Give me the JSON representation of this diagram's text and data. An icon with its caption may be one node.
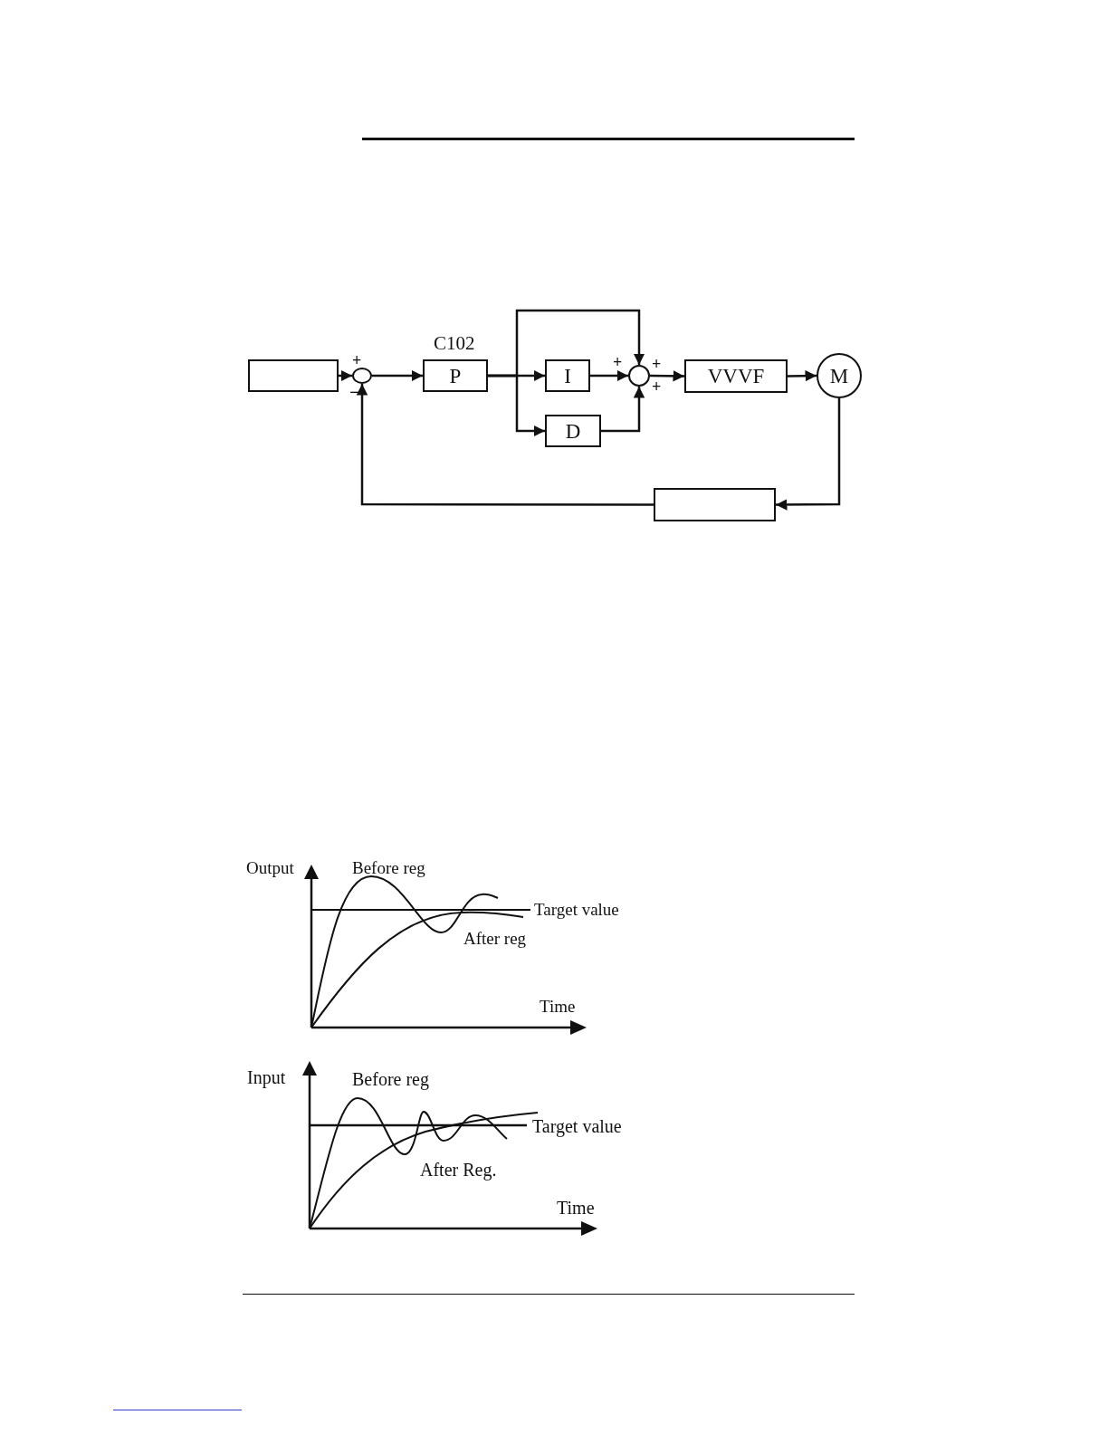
{
  "diagram": {
    "nodes": [
      {
        "text": [],
        "shape": "box"
      },
      {
        "text": [],
        "shape": "circle"
      },
      {
        "text": [
          "P"
        ],
        "beside": [
          "C102"
        ]
      },
      {
        "text": [
          "I"
        ]
      },
      {
        "text": [
          "D"
        ]
      },
      {
        "text": [],
        "shape": "circle"
      },
      {
        "text": [
          "VVVF"
        ]
      },
      {
        "text": [
          "M"
        ]
      },
      {
        "text": [],
        "shape": "box"
      }
    ],
    "edges": [
      {
        "from": 0,
        "to": 1,
        "arrow": "to"
      },
      {
        "from": 1,
        "to": 2,
        "arrow": "to"
      },
      {
        "from": 2,
        "to": 3,
        "arrow": "to"
      },
      {
        "from": 2,
        "to": 4,
        "arrow": "to"
      },
      {
        "from": 2,
        "to": 5,
        "arrow": "to"
      },
      {
        "from": 3,
        "to": 5,
        "arrow": "to"
      },
      {
        "from": 4,
        "to": 5,
        "arrow": "to"
      },
      {
        "from": 5,
        "to": 6,
        "arrow": "to"
      },
      {
        "from": 6,
        "to": 7,
        "arrow": "to"
      },
      {
        "from": 7,
        "to": 8,
        "arrow": "to"
      },
      {
        "from": 8,
        "to": 1,
        "arrow": "to"
      }
    ],
    "labels": [
      "+",
      "−",
      "+",
      "+",
      "+",
      "Output",
      "Before reg",
      "Target value",
      "After reg",
      "Time",
      "Input",
      "Before reg",
      "Target value",
      "After Reg.",
      "Time"
    ]
  }
}
